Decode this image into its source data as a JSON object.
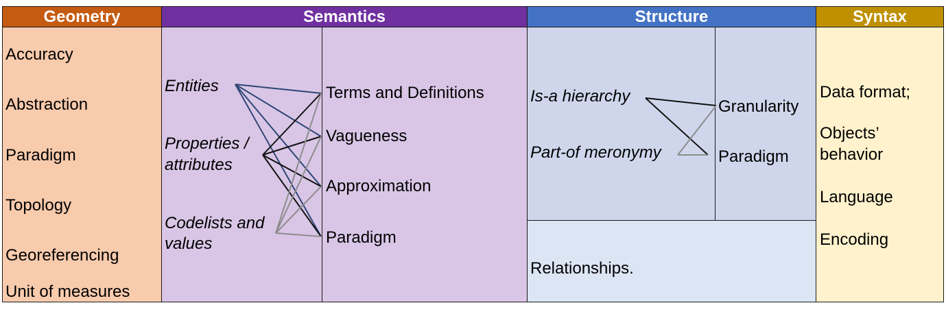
{
  "headers": {
    "geometry": "Geometry",
    "semantics": "Semantics",
    "structure": "Structure",
    "syntax": "Syntax"
  },
  "geometry": {
    "items": [
      "Accuracy",
      "Abstraction",
      "Paradigm",
      "Topology",
      "Georeferencing",
      "Unit of measures"
    ]
  },
  "semantics": {
    "left": {
      "entities": "Entities",
      "properties_1": "Properties /",
      "properties_2": "attributes",
      "codelists_1": "Codelists and",
      "codelists_2": "values"
    },
    "right": {
      "terms": "Terms and Definitions",
      "vagueness": "Vagueness",
      "approximation": "Approximation",
      "paradigm": "Paradigm"
    }
  },
  "structure": {
    "left": {
      "isa": "Is-a hierarchy",
      "partof": "Part-of meronymy"
    },
    "right": {
      "granularity": "Granularity",
      "paradigm": "Paradigm"
    },
    "bottom": "Relationships."
  },
  "syntax": {
    "data_format": "Data format;",
    "objects_1": "Objects’",
    "objects_2": "behavior",
    "language": "Language",
    "encoding": "Encoding"
  },
  "colors": {
    "geometry_header": "#c55a11",
    "semantics_header": "#7030a0",
    "structure_header": "#4472c4",
    "syntax_header": "#bf9000",
    "link_navy": "#2f4675",
    "link_black": "#111111",
    "link_gray": "#8c8c8c"
  }
}
